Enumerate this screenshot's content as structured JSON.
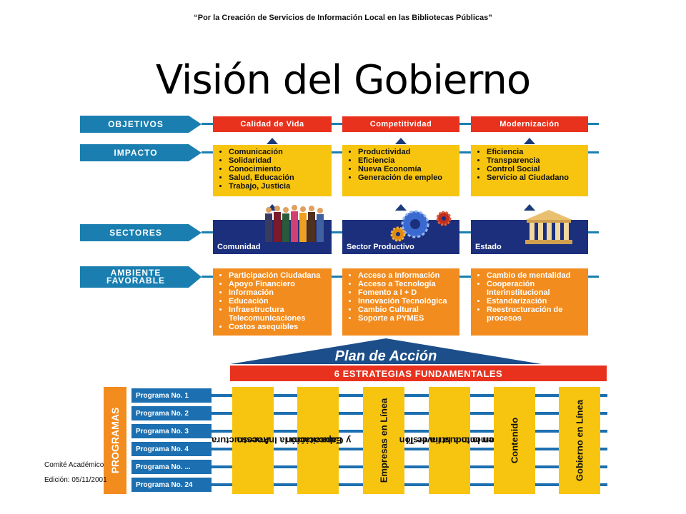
{
  "header": {
    "quote": "“Por la Creación de Servicios de Información Local en las Bibliotecas Públicas”",
    "title": "Visión del Gobierno"
  },
  "rows": {
    "objetivos": "OBJETIVOS",
    "impacto": "IMPACTO",
    "sectores": "SECTORES",
    "ambiente_line1": "AMBIENTE",
    "ambiente_line2": "FAVORABLE"
  },
  "columns": [
    {
      "heading": "Calidad de Vida",
      "impacto": [
        "Comunicación",
        "Solidaridad",
        "Conocimiento",
        "Salud, Educación",
        "Trabajo, Justicia"
      ],
      "sector": "Comunidad",
      "ambiente": [
        "Participación Ciudadana",
        "Apoyo Financiero",
        "Información",
        "Educación",
        "Infraestructura Telecomunicaciones",
        "Costos asequibles"
      ]
    },
    {
      "heading": "Competitividad",
      "impacto": [
        "Productividad",
        "Eficiencia",
        "Nueva Economía",
        "Generación de empleo"
      ],
      "sector": "Sector Productivo",
      "ambiente": [
        "Acceso a Información",
        "Acceso a Tecnología",
        "Fomento a I + D",
        "Innovación Tecnológica",
        "Cambio Cultural",
        "Soporte a PYMES"
      ]
    },
    {
      "heading": "Modernización",
      "impacto": [
        "Eficiencia",
        "Transparencia",
        "Control Social",
        "Servicio al Ciudadano"
      ],
      "sector": "Estado",
      "ambiente": [
        "Cambio de mentalidad",
        "Cooperación Interinstitucional",
        "Estandarización",
        "Reestructuración de procesos"
      ]
    }
  ],
  "plan": {
    "title": "Plan de Acción",
    "strategies_banner": "6 ESTRATEGIAS FUNDAMENTALES",
    "programas_label": "PROGRAMAS",
    "programs": [
      "Programa No. 1",
      "Programa No. 2",
      "Programa No. 3",
      "Programa No. 4",
      "Programa No. ...",
      "Programa No. 24"
    ],
    "strategies": [
      [
        "Acceso",
        "a la Infraestructura"
      ],
      [
        "Educación",
        "y Capacitación"
      ],
      [
        "Empresas en Línea"
      ],
      [
        "Fomento a la Inversión",
        "en la Industria de TI"
      ],
      [
        "Contenido"
      ],
      [
        "Gobierno en Línea"
      ]
    ]
  },
  "footer": {
    "committee": "Comité Académico",
    "edition": "Edición: 05/11/2001"
  },
  "colors": {
    "arrow_blue": "#1a7fb0",
    "heading_red": "#e8321e",
    "impact_yellow": "#f7c510",
    "ambient_orange": "#f28c1f",
    "sector_navy": "#1c2f7c"
  }
}
